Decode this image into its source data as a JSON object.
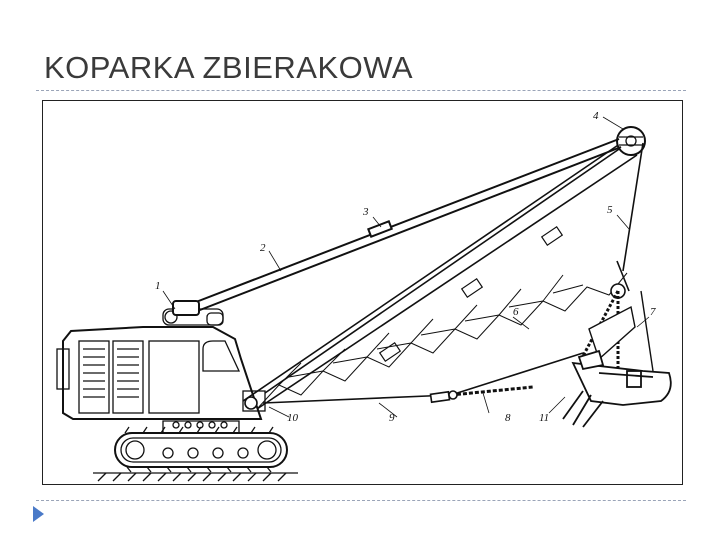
{
  "slide": {
    "title": "KOPARKA ZBIERAKOWA"
  },
  "figure": {
    "labels": [
      "1",
      "2",
      "3",
      "4",
      "5",
      "6",
      "7",
      "8",
      "9",
      "10",
      "11"
    ]
  },
  "colors": {
    "title_text": "#3a3a3a",
    "rule": "#9aa4b8",
    "bullet": "#4a7ac8",
    "drawing": "#111111"
  },
  "icons": {
    "bullet": "triangle-bullet-icon"
  }
}
